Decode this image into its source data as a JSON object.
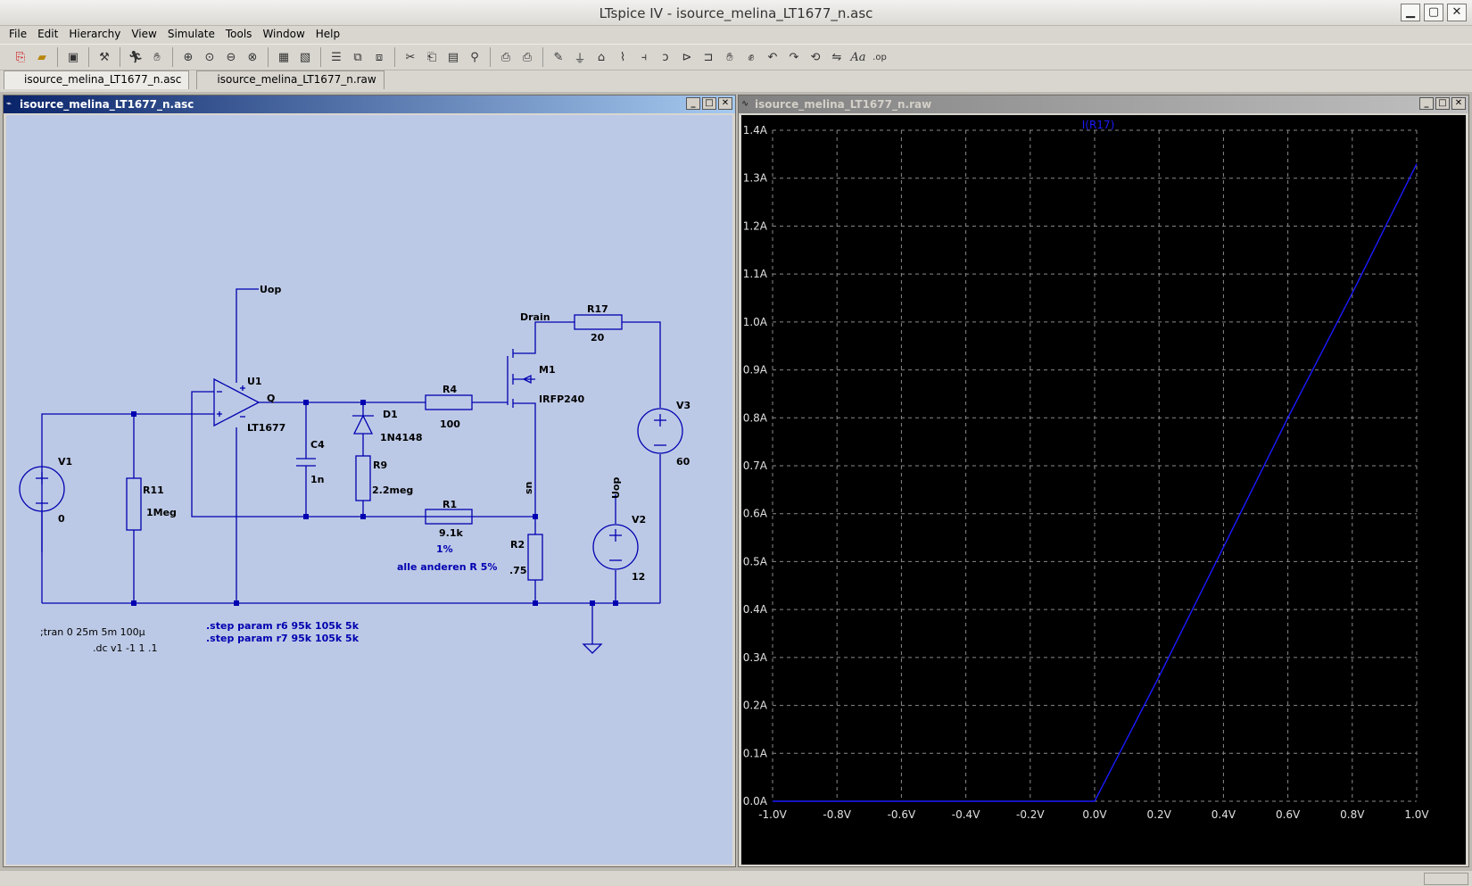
{
  "window": {
    "title": "LTspice IV - isource_melina_LT1677_n.asc"
  },
  "menu": [
    "File",
    "Edit",
    "Hierarchy",
    "View",
    "Simulate",
    "Tools",
    "Window",
    "Help"
  ],
  "tabs": [
    "isource_melina_LT1677_n.asc",
    "isource_melina_LT1677_n.raw"
  ],
  "schematic": {
    "title": "isource_melina_LT1677_n.asc",
    "background": "#bcc9e6",
    "wire_color": "#0000b0",
    "labels": {
      "uop_top": "Uop",
      "u1": "U1",
      "u1_model": "LT1677",
      "q": "Q",
      "v1": "V1",
      "v1_val": "0",
      "r11": "R11",
      "r11_val": "1Meg",
      "c4": "C4",
      "c4_val": "1n",
      "d1": "D1",
      "d1_model": "1N4148",
      "r9": "R9",
      "r9_val": "2.2meg",
      "r4": "R4",
      "r4_val": "100",
      "m1": "M1",
      "m1_model": "IRFP240",
      "drain": "Drain",
      "r17": "R17",
      "r17_val": "20",
      "v3": "V3",
      "v3_val": "60",
      "r1": "R1",
      "r1_val": "9.1k",
      "r1_tol": "1%",
      "tol_note": "alle anderen R 5%",
      "r2": "R2",
      "r2_val": ".75",
      "sn": "sn",
      "uop_v2": "Uop",
      "v2": "V2",
      "v2_val": "12"
    },
    "directives": {
      "tran": ";tran 0 25m 5m 100µ",
      "dc": ".dc v1 -1 1 .1",
      "step1": ".step param r6  95k 105k  5k",
      "step2": ".step param r7  95k 105k  5k"
    }
  },
  "plot": {
    "title": "isource_melina_LT1677_n.raw",
    "trace_label": "I(R17)"
  },
  "chart_data": {
    "type": "line",
    "title": "I(R17)",
    "xlabel": "",
    "ylabel": "",
    "xlim": [
      -1.0,
      1.0
    ],
    "ylim": [
      0.0,
      1.4
    ],
    "x_ticks": [
      "-1.0V",
      "-0.8V",
      "-0.6V",
      "-0.4V",
      "-0.2V",
      "0.0V",
      "0.2V",
      "0.4V",
      "0.6V",
      "0.8V",
      "1.0V"
    ],
    "y_ticks": [
      "0.0A",
      "0.1A",
      "0.2A",
      "0.3A",
      "0.4A",
      "0.5A",
      "0.6A",
      "0.7A",
      "0.8A",
      "0.9A",
      "1.0A",
      "1.1A",
      "1.2A",
      "1.3A",
      "1.4A"
    ],
    "grid": true,
    "background": "#000000",
    "trace_color": "#1a1aff",
    "series": [
      {
        "name": "I(R17)",
        "x": [
          -1.0,
          -0.5,
          0.0,
          0.2,
          0.4,
          0.6,
          0.8,
          1.0
        ],
        "y": [
          0.0,
          0.0,
          0.0,
          0.26,
          0.53,
          0.8,
          1.06,
          1.33
        ]
      }
    ]
  }
}
